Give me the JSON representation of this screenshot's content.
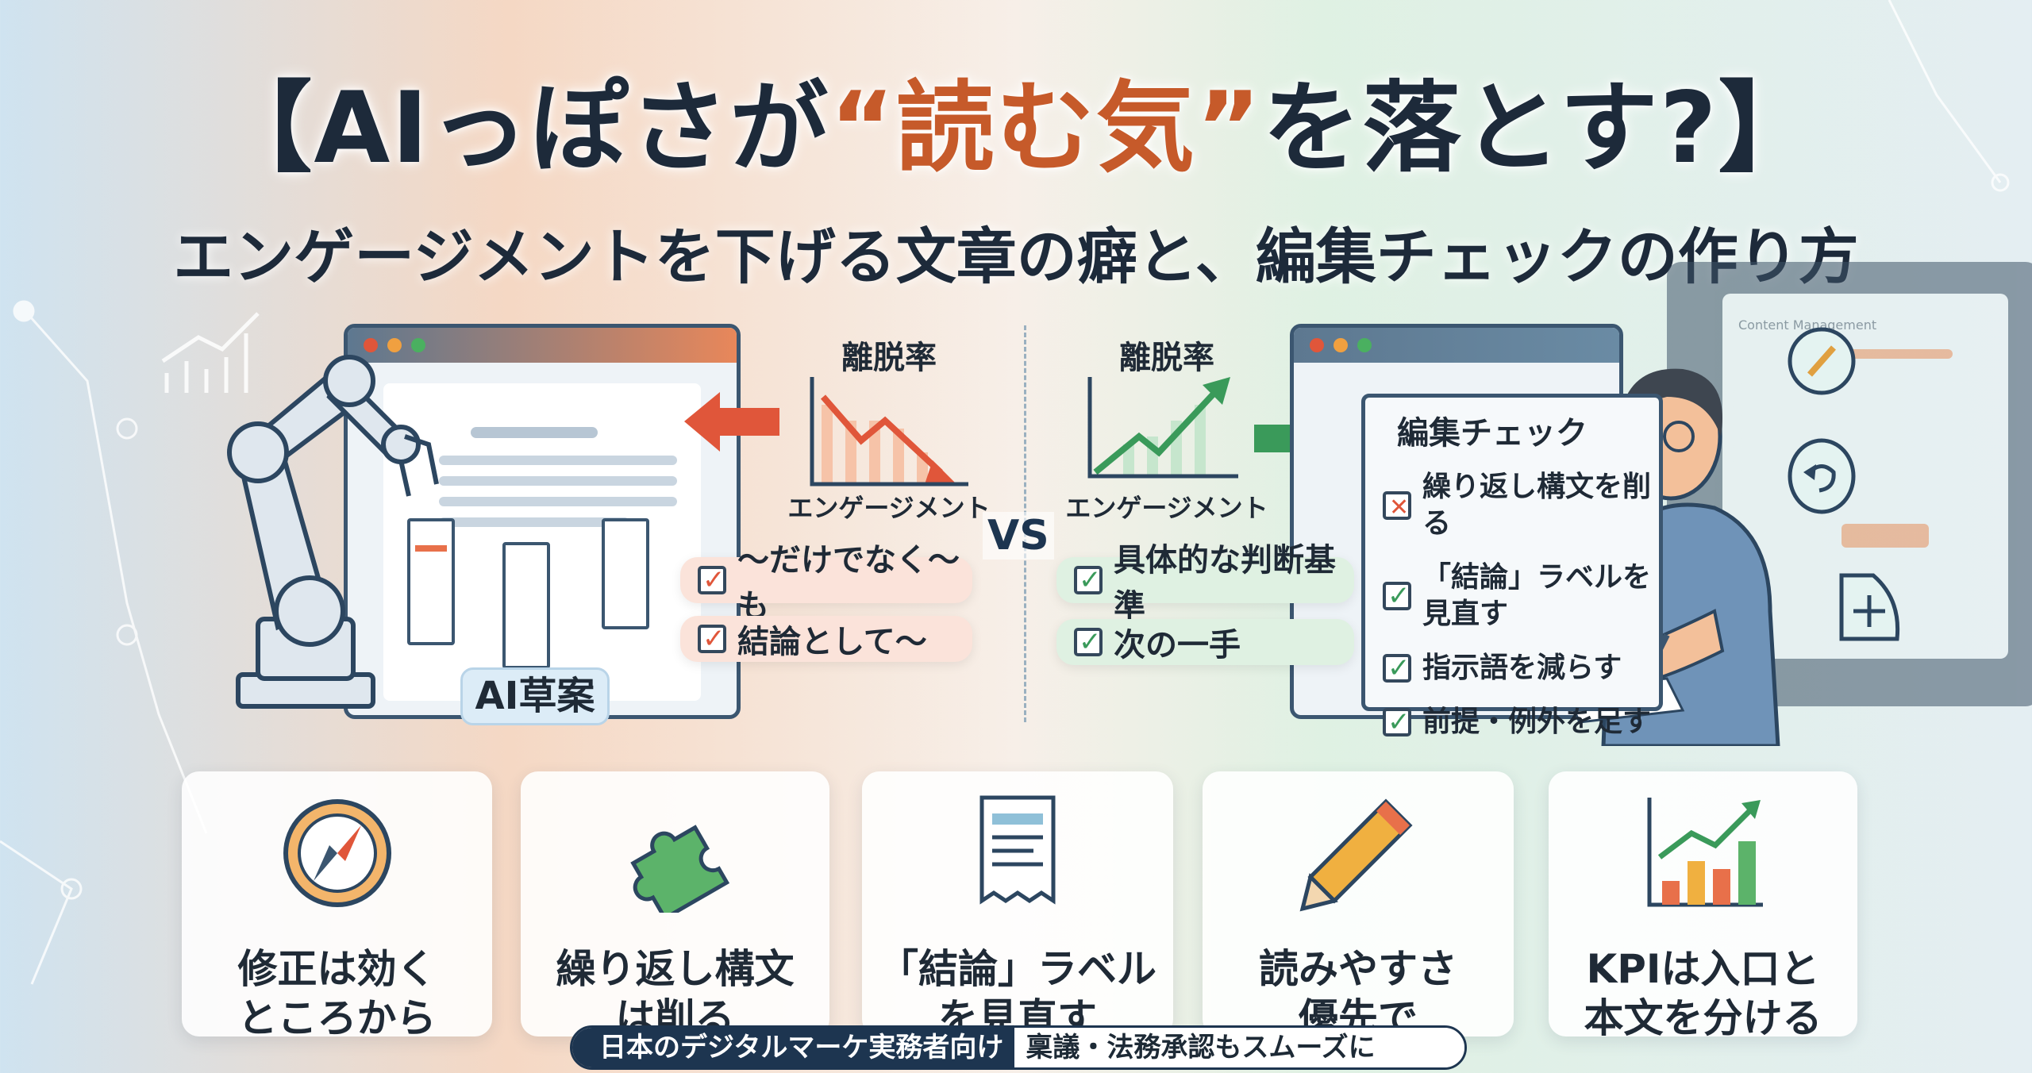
{
  "title": {
    "prefix": "【AIっぽさが",
    "highlight": "“読む気”",
    "suffix": "を落とす?】"
  },
  "subtitle": "エンゲージメントを下げる文章の癖と、編集チェックの作り方",
  "left": {
    "chart_label_top": "離脱率",
    "chart_label_bottom": "エンゲージメント",
    "draft_label": "AI草案",
    "pills": [
      "〜だけでなく〜も",
      "結論として〜"
    ]
  },
  "vs": "VS",
  "right": {
    "chart_label_top": "離脱率",
    "chart_label_bottom": "エンゲージメント",
    "pills": [
      "具体的な判断基準",
      "次の一手"
    ],
    "edit_check": {
      "heading": "編集チェック",
      "items": [
        {
          "label": "繰り返し構文を削る",
          "state": "cross"
        },
        {
          "label": "「結論」ラベルを見直す",
          "state": "check"
        },
        {
          "label": "指示語を減らす",
          "state": "check"
        },
        {
          "label": "前提・例外を足す",
          "state": "check"
        }
      ]
    },
    "monitor_text": "Content Management"
  },
  "cards": [
    {
      "icon": "compass-icon",
      "line1": "修正は効く",
      "line2": "ところから"
    },
    {
      "icon": "puzzle-icon",
      "line1": "繰り返し構文",
      "line2": "は削る"
    },
    {
      "icon": "document-icon",
      "line1": "「結論」ラベル",
      "line2": "を見直す"
    },
    {
      "icon": "pencil-icon",
      "line1": "読みやすさ",
      "line2": "優先で"
    },
    {
      "icon": "growth-chart-icon",
      "line1": "KPIは入口と",
      "line2": "本文を分ける"
    }
  ],
  "banner": {
    "left": "日本のデジタルマーケ実務者向け",
    "right": "稟議・法務承認もスムーズに"
  },
  "colors": {
    "accent_orange": "#c65a2a",
    "red": "#e0563a",
    "green": "#3a9a5a",
    "navy": "#1d3550"
  }
}
